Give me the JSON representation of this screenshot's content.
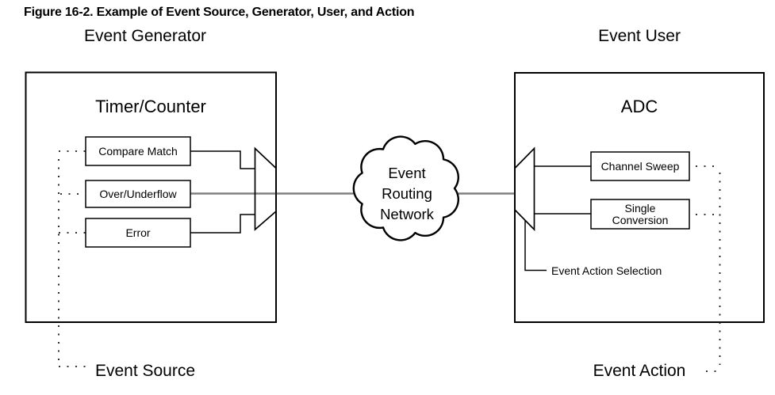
{
  "figure": {
    "title": "Figure 16-2. Example of Event Source, Generator, User, and Action"
  },
  "roles": {
    "event_generator": "Event Generator",
    "event_user": "Event User",
    "event_source": "Event Source",
    "event_action": "Event Action"
  },
  "generator_block": {
    "title": "Timer/Counter",
    "sources": [
      "Compare Match",
      "Over/Underflow",
      "Error"
    ]
  },
  "user_block": {
    "title": "ADC",
    "actions": [
      "Channel Sweep",
      "Single Conversion"
    ],
    "selection_label": "Event Action Selection"
  },
  "routing_cloud": {
    "lines": [
      "Event",
      "Routing",
      "Network"
    ]
  },
  "colors": {
    "line": "#000000",
    "active_path": "#808080",
    "background": "#ffffff",
    "text": "#000000"
  }
}
